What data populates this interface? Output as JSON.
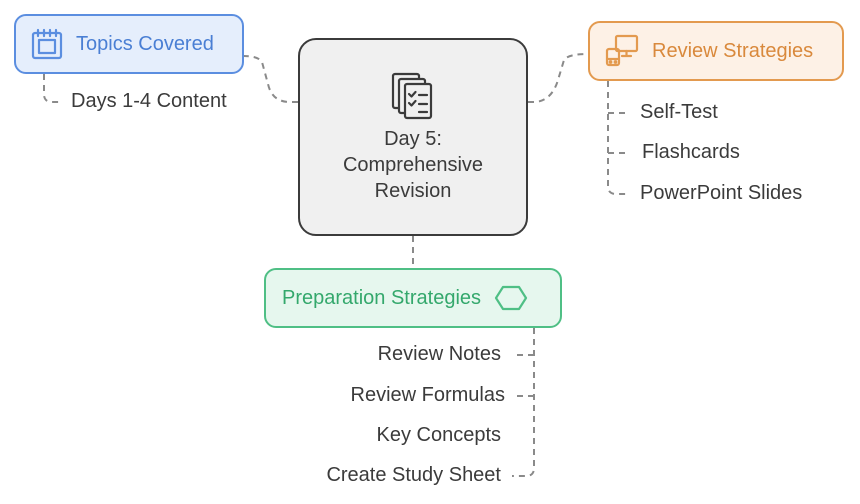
{
  "center": {
    "title_lines": [
      "Day 5:",
      "Comprehensive",
      "Revision"
    ],
    "icon": "checklist-documents-icon"
  },
  "topics": {
    "label": "Topics Covered",
    "icon": "calendar-icon",
    "items": [
      "Days 1-4 Content"
    ]
  },
  "review": {
    "label": "Review Strategies",
    "icon": "presentation-screen-icon",
    "items": [
      "Self-Test",
      "Flashcards",
      "PowerPoint Slides"
    ]
  },
  "prep": {
    "label": "Preparation Strategies",
    "icon": "hexagon-icon",
    "items": [
      "Review Notes",
      "Review Formulas",
      "Key Concepts",
      "Create Study Sheet"
    ]
  },
  "colors": {
    "center_border": "#3b3b3b",
    "topics_accent": "#5b8ee0",
    "review_accent": "#e39a4f",
    "prep_accent": "#4fbf85",
    "connector": "#8a8a8a"
  }
}
